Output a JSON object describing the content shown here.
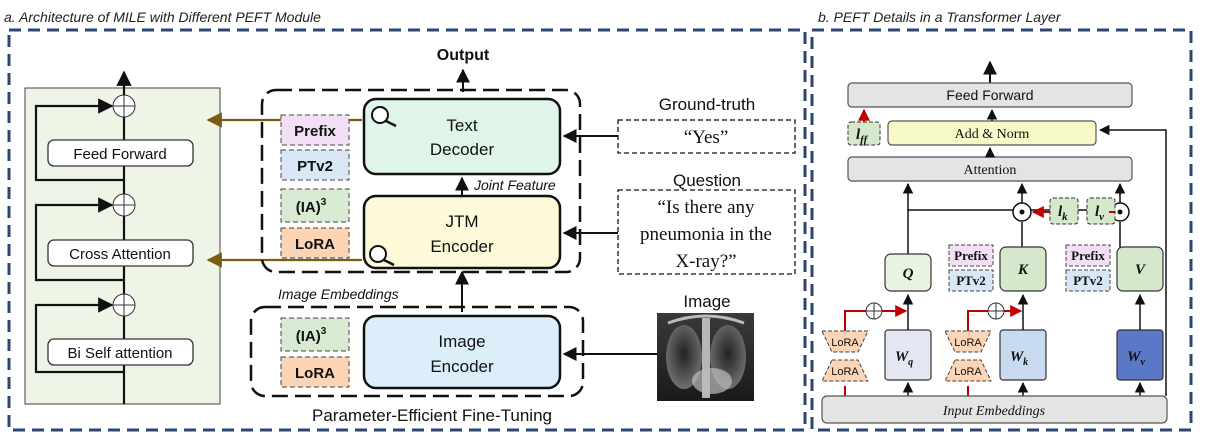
{
  "panel_a": {
    "title": "a. Architecture of MILE with Different PEFT Module",
    "output_label": "Output",
    "blocks": {
      "feed_forward": "Feed Forward",
      "cross_attention": "Cross Attention",
      "bi_self_attention": "Bi Self attention",
      "plus": "⊕"
    },
    "peft_modules": {
      "prefix": "Prefix",
      "ptv2": "PTv2",
      "ia3_base": "(IA)",
      "ia3_sup": "3",
      "lora": "LoRA"
    },
    "text_decoder": [
      "Text",
      "Decoder"
    ],
    "jtm_encoder": [
      "JTM",
      "Encoder"
    ],
    "image_encoder": [
      "Image",
      "Encoder"
    ],
    "joint_feature": "Joint Feature",
    "image_embeddings": "Image Embeddings",
    "peft_caption": "Parameter-Efficient Fine-Tuning",
    "ground_truth_label": "Ground-truth",
    "ground_truth_text": "“Yes”",
    "question_label": "Question",
    "question_lines": [
      "“Is there any",
      "pneumonia in the",
      "X-ray?”"
    ],
    "image_label": "Image"
  },
  "panel_b": {
    "title": "b. PEFT Details in a Transformer Layer",
    "feed_forward": "Feed Forward",
    "add_norm": "Add & Norm",
    "attention": "Attention",
    "input_embeddings": "Input Embeddings",
    "l_ff": "l",
    "l_ff_sub": "ff",
    "l_k": "l",
    "l_k_sub": "k",
    "l_v": "l",
    "l_v_sub": "v",
    "q": "Q",
    "k": "K",
    "v": "V",
    "wq": "W",
    "wq_sub": "q",
    "wk": "W",
    "wk_sub": "k",
    "wv": "W",
    "wv_sub": "v",
    "prefix": "Prefix",
    "ptv2": "PTv2",
    "lora": "LoRA",
    "plus": "⊕",
    "odot": "⊙"
  },
  "colors": {
    "frame_dash": "#2d4670",
    "olive_arrow": "#7a5c12",
    "red_arrow": "#c00000",
    "text_decoder_fill": "#dff5ea",
    "jtm_fill": "#fdfbd9",
    "image_encoder_fill": "#ddeefb",
    "left_panel_fill": "#eef4e6",
    "prefix_fill": "#f2dff5",
    "ptv2_fill": "#d9e6f5",
    "ia3_fill": "#d9ead3",
    "lora_fill": "#fbd5b5",
    "green_box": "#d5e8cc",
    "q_box": "#e8f3e2",
    "wq_fill": "#e4e6f2",
    "wk_fill": "#c8daf0",
    "wv_fill": "#5b78c7",
    "gray_box": "#e4e4e4",
    "add_norm_fill": "#f7f9c8"
  }
}
